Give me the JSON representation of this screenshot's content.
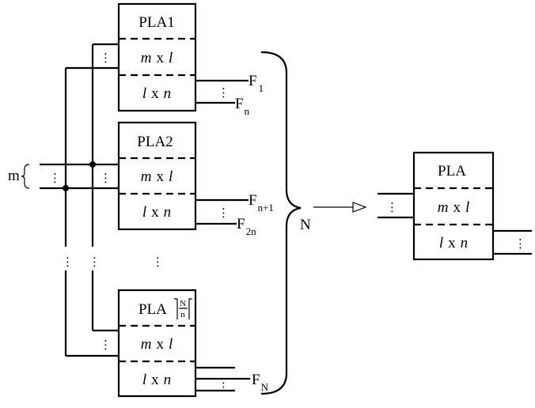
{
  "diagram": {
    "left_blocks": [
      {
        "name": "PLA1",
        "and_plane": {
          "m": "m",
          "x": "x",
          "l": "l"
        },
        "or_plane": {
          "l": "l",
          "x": "x",
          "n": "n"
        }
      },
      {
        "name": "PLA2",
        "and_plane": {
          "m": "m",
          "x": "x",
          "l": "l"
        },
        "or_plane": {
          "l": "l",
          "x": "x",
          "n": "n"
        }
      },
      {
        "name": "PLA",
        "and_plane": {
          "m": "m",
          "x": "x",
          "l": "l"
        },
        "or_plane": {
          "l": "l",
          "x": "x",
          "n": "n"
        }
      }
    ],
    "last_block_ceiling": {
      "numerator": "N",
      "denominator": "n"
    },
    "input_label": "m",
    "outputs": {
      "f1": {
        "base": "F",
        "sub": "1"
      },
      "fn": {
        "base": "F",
        "sub": "n"
      },
      "fn1": {
        "base": "F",
        "sub": "n+1"
      },
      "f2n": {
        "base": "F",
        "sub": "2n"
      },
      "fN": {
        "base": "F",
        "sub": "N"
      }
    },
    "brace_label": "N",
    "result_block": {
      "name": "PLA",
      "and_plane": {
        "m": "m",
        "x": "x",
        "l": "l"
      },
      "or_plane": {
        "l": "l",
        "x": "x",
        "n": "n"
      }
    },
    "ellipsis": "⋮"
  }
}
